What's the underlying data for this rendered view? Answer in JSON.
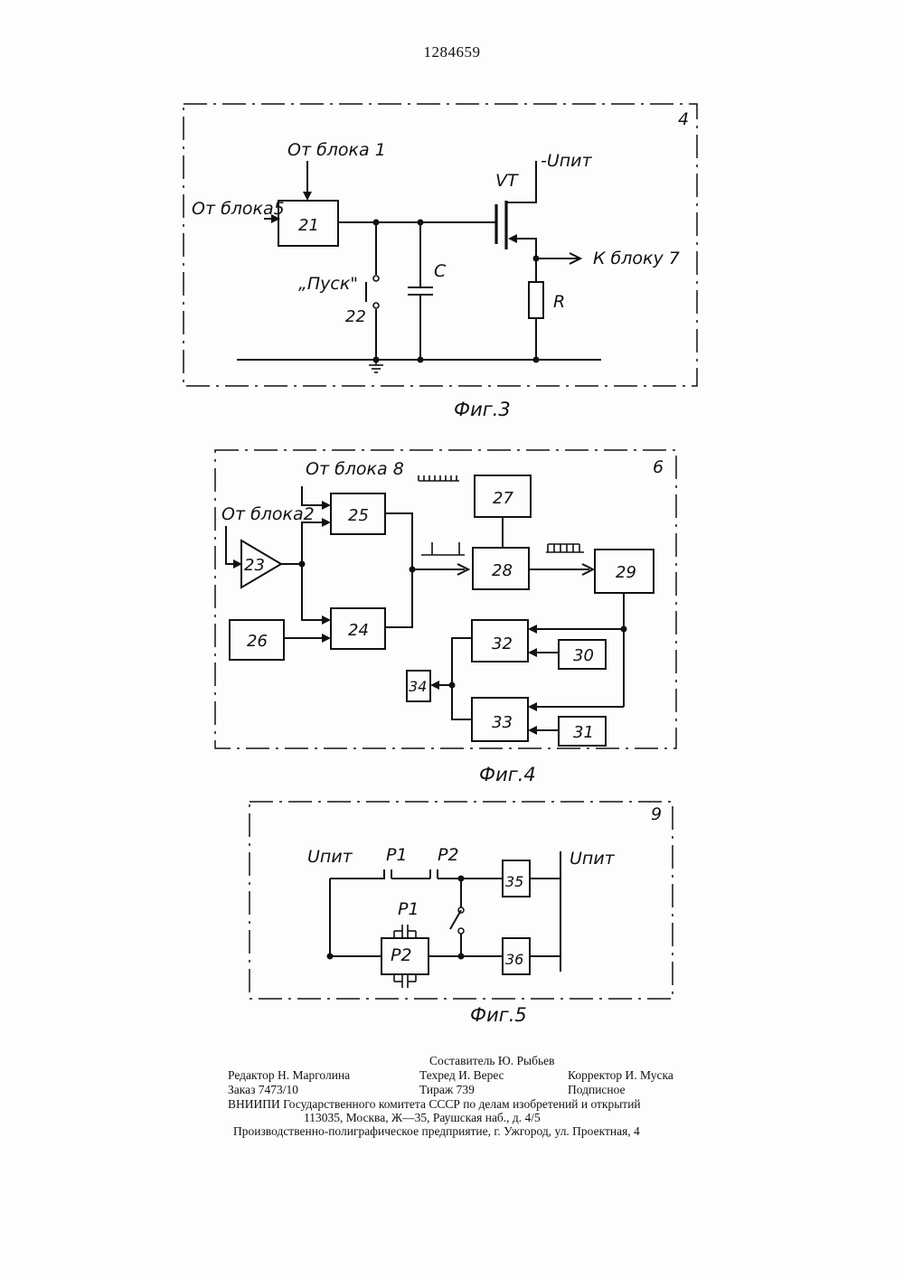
{
  "header": {
    "page_number": "1284659"
  },
  "fig3": {
    "caption": "Фиг.3",
    "corner_number": "4",
    "labels": {
      "from_block1": "От блока 1",
      "from_block5": "От блока5",
      "block21": "21",
      "transistor": "VT",
      "supply": "-Uпит",
      "to_block7": "К блоку 7",
      "start_button": "„Пуск\"",
      "button_number": "22",
      "capacitor": "C",
      "resistor": "R"
    }
  },
  "fig4": {
    "caption": "Фиг.4",
    "corner_number": "6",
    "labels": {
      "from_block8": "От блока 8",
      "from_block2": "От блока2"
    },
    "blocks": {
      "b23": "23",
      "b25": "25",
      "b24": "24",
      "b26": "26",
      "b27": "27",
      "b28": "28",
      "b29": "29",
      "b32": "32",
      "b30": "30",
      "b33": "33",
      "b31": "31",
      "b34": "34"
    }
  },
  "fig5": {
    "caption": "Фиг.5",
    "corner_number": "9",
    "labels": {
      "supply_left": "Uпит",
      "supply_right": "Uпит",
      "p1_top": "P1",
      "p2_top": "P2",
      "p1_small": "P1",
      "p2_relay": "P2",
      "b35": "35",
      "b36": "36"
    }
  },
  "colophon": {
    "compiler": "Составитель Ю. Рыбьев",
    "editor": "Редактор Н. Марголина",
    "techred": "Техред И. Верес",
    "corrector": "Корректор И. Муска",
    "order": "Заказ 7473/10",
    "circulation": "Тираж 739",
    "subscription": "Подписное",
    "org": "ВНИИПИ Государственного комитета СССР по делам изобретений и открытий",
    "address": "113035, Москва, Ж—35, Раушская наб., д. 4/5",
    "printer": "Производственно-полиграфическое предприятие, г. Ужгород, ул. Проектная, 4"
  }
}
